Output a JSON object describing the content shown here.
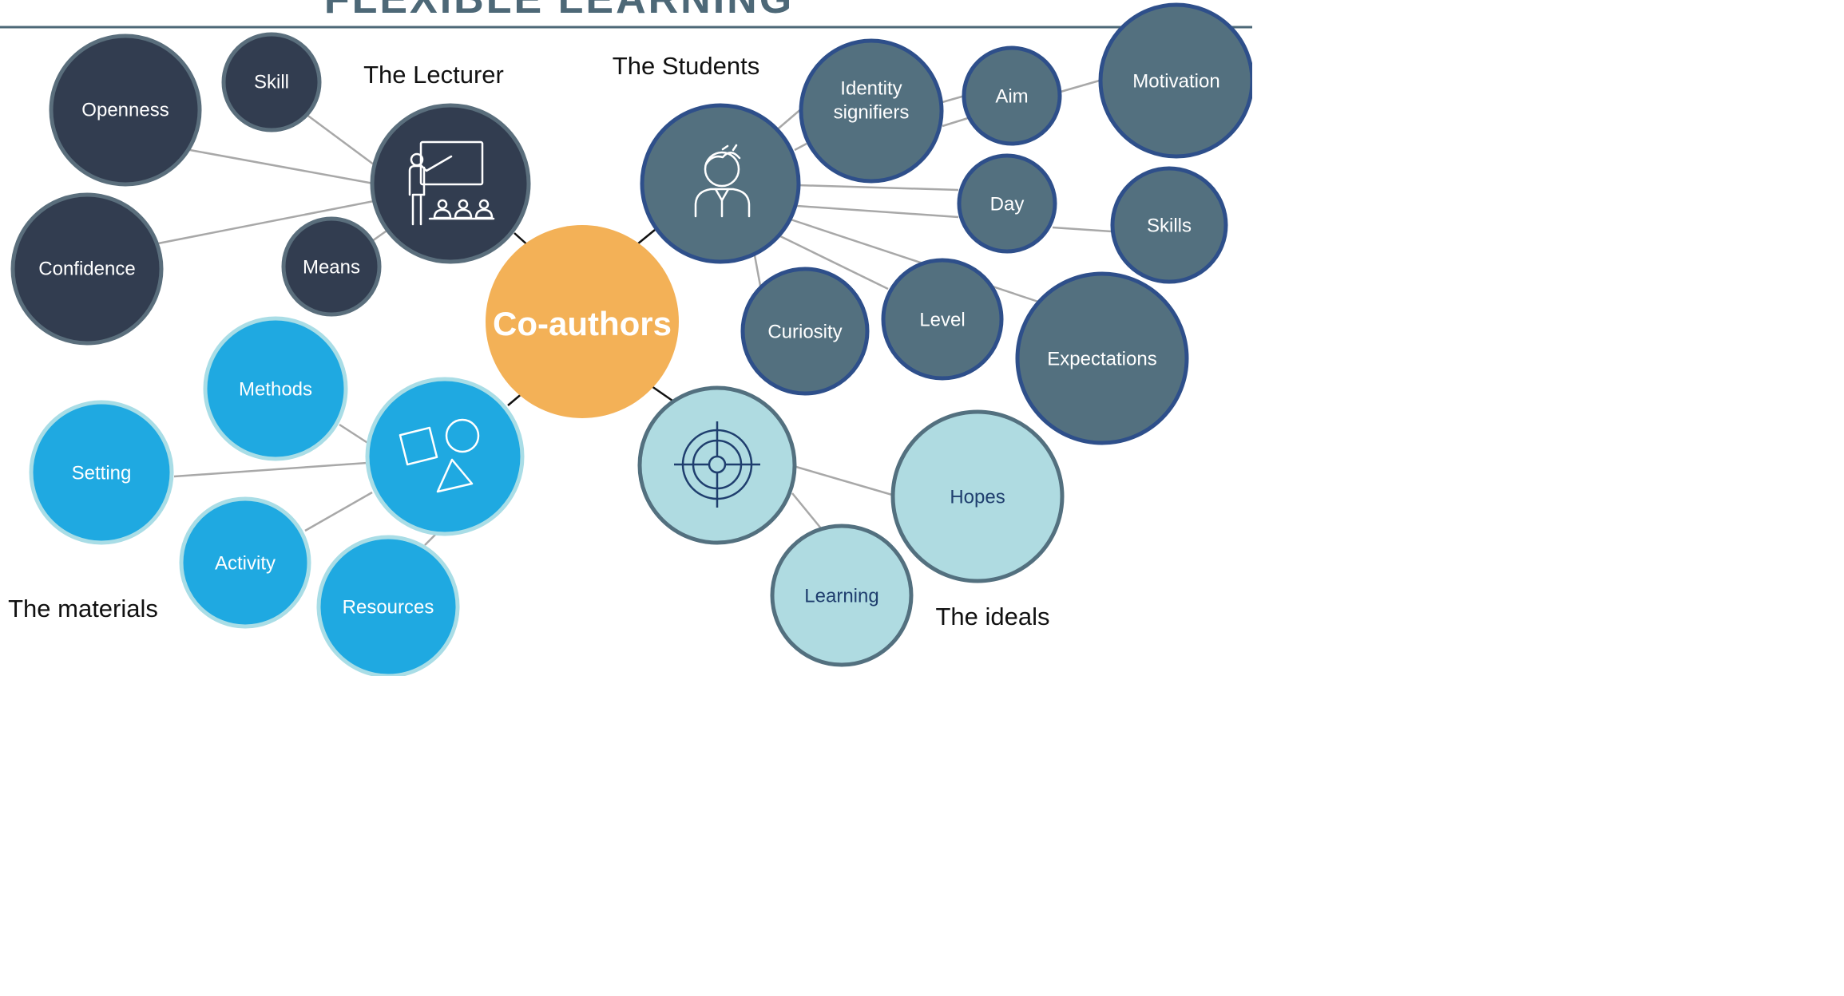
{
  "title": "FLEXIBLE LEARNING",
  "center": {
    "label": "Co-authors"
  },
  "groups": {
    "lecturer": {
      "label": "The Lecturer",
      "icon": "teacher-presentation-icon"
    },
    "students": {
      "label": "The Students",
      "icon": "student-person-icon"
    },
    "materials": {
      "label": "The materials",
      "icon": "shapes-icon"
    },
    "ideals": {
      "label": "The ideals",
      "icon": "target-icon"
    }
  },
  "nodes": {
    "openness": "Openness",
    "skill": "Skill",
    "confidence": "Confidence",
    "means": "Means",
    "identity_1": "Identity",
    "identity_2": "signifiers",
    "aim": "Aim",
    "motivation": "Motivation",
    "day": "Day",
    "skills": "Skills",
    "curiosity": "Curiosity",
    "level": "Level",
    "expectations": "Expectations",
    "methods": "Methods",
    "setting": "Setting",
    "activity": "Activity",
    "resources": "Resources",
    "hopes": "Hopes",
    "learning": "Learning"
  },
  "colors": {
    "lecturer_fill": "#323d50",
    "lecturer_stroke": "#5a6e7c",
    "students_fill": "#53707f",
    "students_stroke": "#2e4f8a",
    "materials_fill": "#1fa9e1",
    "materials_stroke": "#a9dde6",
    "ideals_fill": "#afdbe1",
    "ideals_stroke": "#53707f",
    "center_fill": "#f3b157",
    "title_color": "#4d6877",
    "connector": "#a8a8a8"
  }
}
